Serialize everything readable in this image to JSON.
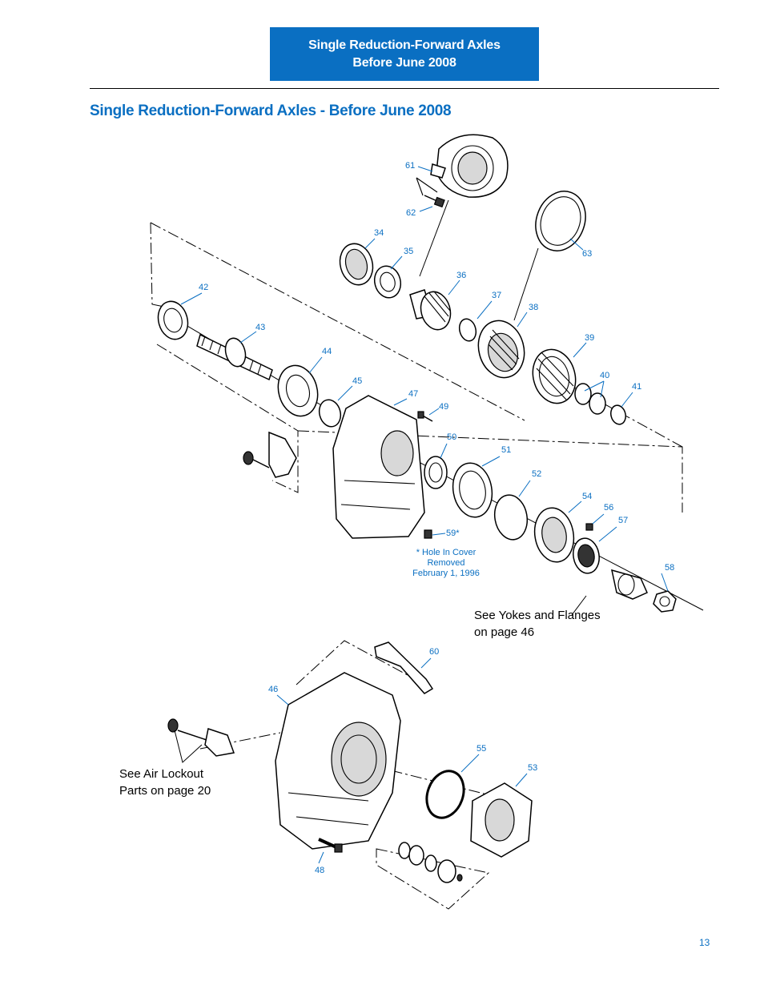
{
  "header": {
    "line1": "Single Reduction-Forward Axles",
    "line2": "Before June 2008"
  },
  "page_title": "Single Reduction-Forward Axles - Before June 2008",
  "callouts": {
    "c61": "61",
    "c62": "62",
    "c34": "34",
    "c35": "35",
    "c36": "36",
    "c63": "63",
    "c37": "37",
    "c38": "38",
    "c42": "42",
    "c43": "43",
    "c39": "39",
    "c44": "44",
    "c40": "40",
    "c41": "41",
    "c45": "45",
    "c47": "47",
    "c49": "49",
    "c50": "50",
    "c51": "51",
    "c52": "52",
    "c54": "54",
    "c56": "56",
    "c57": "57",
    "c59": "59*",
    "c58": "58",
    "c60": "60",
    "c46": "46",
    "c55": "55",
    "c53": "53",
    "c48": "48"
  },
  "footnote": {
    "line1": "* Hole In Cover",
    "line2": "Removed",
    "line3": "February 1, 1996"
  },
  "notes": {
    "yokes_line1": "See Yokes and Flanges",
    "yokes_line2": "on page 46",
    "lockout_line1": "See Air Lockout",
    "lockout_line2": "Parts on page 20"
  },
  "page_number": "13"
}
